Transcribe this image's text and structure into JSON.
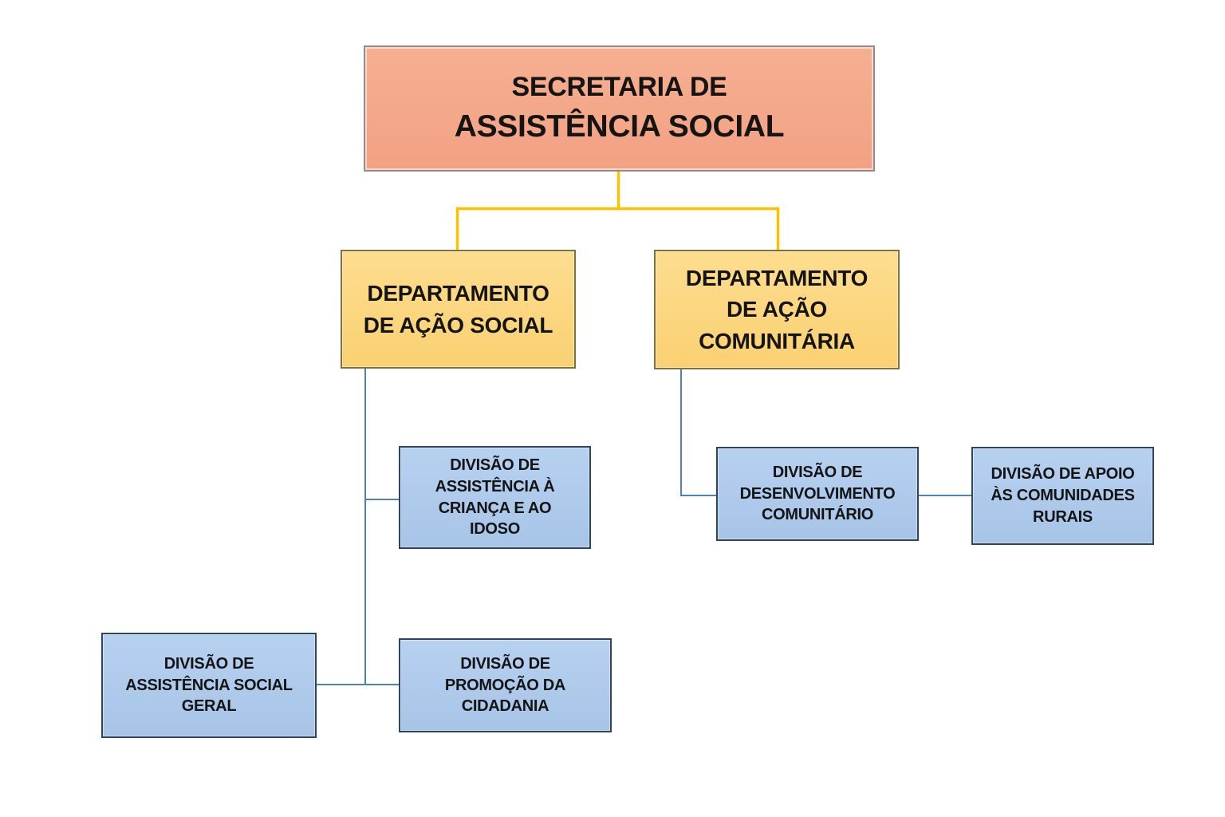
{
  "diagram": {
    "type": "org-chart",
    "background": "#ffffff",
    "colors": {
      "root_fill": "#f5a788",
      "root_border": "#8f8b88",
      "department_fill": "#fbd77e",
      "department_border": "#80703d",
      "division_fill": "#aecbec",
      "division_border": "#31445e",
      "connector_top_level": "#ffc000",
      "connector_lower_level": "#4f81bd",
      "text": "#141414"
    },
    "nodes": {
      "secretaria": {
        "line1": "SECRETARIA DE",
        "line2": "ASSISTÊNCIA SOCIAL"
      },
      "dept_acao_social": {
        "label": "DEPARTAMENTO\nDE AÇÃO SOCIAL"
      },
      "dept_acao_comunitaria": {
        "label": "DEPARTAMENTO\nDE AÇÃO\nCOMUNITÁRIA"
      },
      "div_crianca_idoso": {
        "label": "DIVISÃO DE\nASSISTÊNCIA À\nCRIANÇA E AO\nIDOSO"
      },
      "div_desenvolvimento_comunitario": {
        "label": "DIVISÃO DE\nDESENVOLVIMENTO\nCOMUNITÁRIO"
      },
      "div_apoio_comunidades_rurais": {
        "label": "DIVISÃO DE APOIO\nÀS COMUNIDADES\nRURAIS"
      },
      "div_assistencia_social_geral": {
        "label": "DIVISÃO DE\nASSISTÊNCIA SOCIAL\nGERAL"
      },
      "div_promocao_cidadania": {
        "label": "DIVISÃO DE\nPROMOÇÃO DA\nCIDADANIA"
      }
    },
    "hierarchy": [
      {
        "from": "secretaria",
        "to": "dept_acao_social"
      },
      {
        "from": "secretaria",
        "to": "dept_acao_comunitaria"
      },
      {
        "from": "dept_acao_social",
        "to": "div_crianca_idoso"
      },
      {
        "from": "dept_acao_social",
        "to": "div_assistencia_social_geral"
      },
      {
        "from": "dept_acao_social",
        "to": "div_promocao_cidadania"
      },
      {
        "from": "dept_acao_comunitaria",
        "to": "div_desenvolvimento_comunitario"
      },
      {
        "from": "div_desenvolvimento_comunitario",
        "to": "div_apoio_comunidades_rurais"
      }
    ]
  }
}
